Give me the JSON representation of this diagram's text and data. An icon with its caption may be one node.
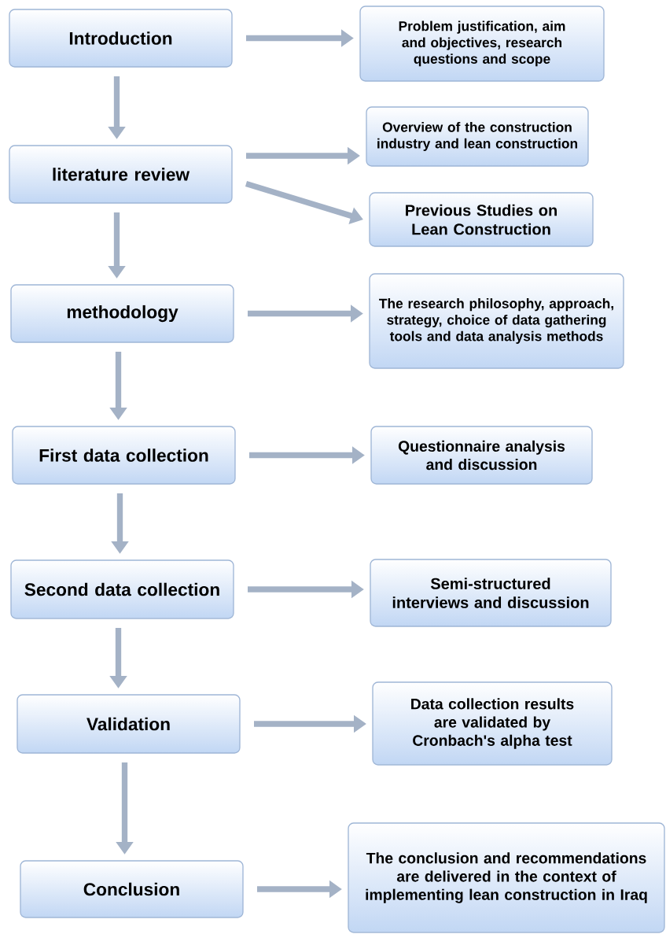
{
  "diagram": {
    "nodes": [
      {
        "text": [
          "Introduction"
        ]
      },
      {
        "text": [
          "Problem justification, aim and objectives, research questions and scope"
        ]
      },
      {
        "text": [
          "literature review"
        ]
      },
      {
        "text": [
          "Overview of the construction industry and lean construction"
        ]
      },
      {
        "text": [
          "Previous Studies on Lean Construction"
        ]
      },
      {
        "text": [
          "methodology"
        ]
      },
      {
        "text": [
          "The research philosophy, approach, strategy, choice of data gathering tools and data analysis methods"
        ]
      },
      {
        "text": [
          "First data collection"
        ]
      },
      {
        "text": [
          "Questionnaire analysis and discussion"
        ]
      },
      {
        "text": [
          "Second data collection"
        ]
      },
      {
        "text": [
          "Semi-structured interviews and discussion"
        ]
      },
      {
        "text": [
          "Validation"
        ]
      },
      {
        "text": [
          "Data collection results are validated by Cronbach's alpha test"
        ]
      },
      {
        "text": [
          "Conclusion"
        ]
      },
      {
        "text": [
          "The conclusion and recommendations are delivered in the context of implementing lean construction in Iraq"
        ]
      }
    ],
    "edges": [
      {
        "from": 0,
        "to": 1,
        "arrow": "to"
      },
      {
        "from": 0,
        "to": 2,
        "arrow": "to"
      },
      {
        "from": 2,
        "to": 3,
        "arrow": "to"
      },
      {
        "from": 2,
        "to": 4,
        "arrow": "to"
      },
      {
        "from": 2,
        "to": 5,
        "arrow": "to"
      },
      {
        "from": 5,
        "to": 6,
        "arrow": "to"
      },
      {
        "from": 5,
        "to": 7,
        "arrow": "to"
      },
      {
        "from": 7,
        "to": 8,
        "arrow": "to"
      },
      {
        "from": 7,
        "to": 9,
        "arrow": "to"
      },
      {
        "from": 9,
        "to": 10,
        "arrow": "to"
      },
      {
        "from": 9,
        "to": 11,
        "arrow": "to"
      },
      {
        "from": 11,
        "to": 12,
        "arrow": "to"
      },
      {
        "from": 11,
        "to": 13,
        "arrow": "to"
      },
      {
        "from": 13,
        "to": 14,
        "arrow": "to"
      }
    ]
  }
}
